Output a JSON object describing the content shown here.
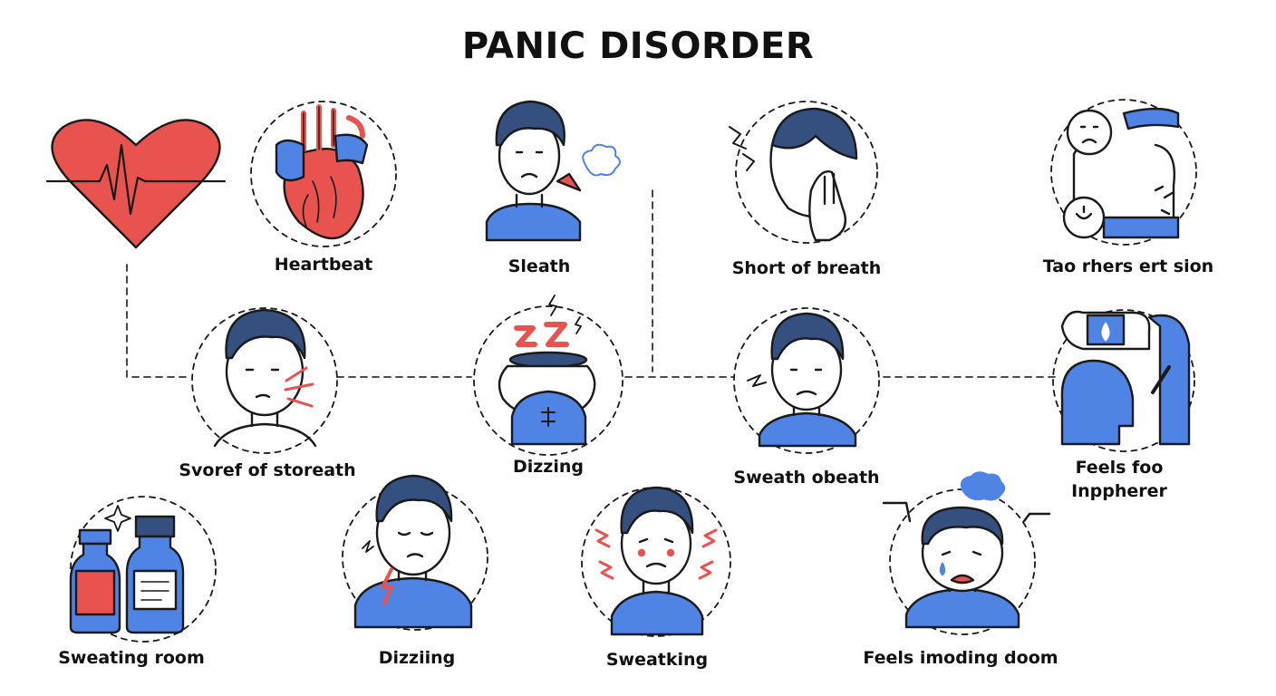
{
  "title": "PANIC DISORDER",
  "colors": {
    "outline": "#1a1a1a",
    "blue": "#4f83e4",
    "navy": "#35507e",
    "red": "#e9534f",
    "skin": "#ffffff"
  },
  "nodes": [
    {
      "id": "heart-ecg",
      "icon": "heart-ecg-icon",
      "label": ""
    },
    {
      "id": "heartbeat",
      "icon": "anatomical-heart-icon",
      "label": "Heartbeat"
    },
    {
      "id": "sleath",
      "icon": "breathing-person-icon",
      "label": "Sleath"
    },
    {
      "id": "short-of-breath",
      "icon": "face-in-hand-icon",
      "label": "Short of breath"
    },
    {
      "id": "tao-rhers",
      "icon": "anxious-figure-icon",
      "label": "Tao rhers ert sion"
    },
    {
      "id": "svoref",
      "icon": "coughing-person-icon",
      "label": "Svoref of storeath"
    },
    {
      "id": "dizzing-center",
      "icon": "dizzy-pot-icon",
      "label": "Dizzing"
    },
    {
      "id": "sweath-obeath",
      "icon": "worried-person-icon",
      "label": "Sweath obeath"
    },
    {
      "id": "feels-foo",
      "icon": "stressed-head-icon",
      "label_line1": "Feels foo",
      "label_line2": "Inppherer"
    },
    {
      "id": "sweating-room",
      "icon": "medicine-bottles-icon",
      "label": "Sweating room"
    },
    {
      "id": "dizziing",
      "icon": "shoulder-pain-person-icon",
      "label": "Dizziing"
    },
    {
      "id": "sweatking",
      "icon": "trembling-person-icon",
      "label": "Sweatking"
    },
    {
      "id": "impending-doom",
      "icon": "crying-person-icon",
      "label": "Feels imoding doom"
    }
  ]
}
